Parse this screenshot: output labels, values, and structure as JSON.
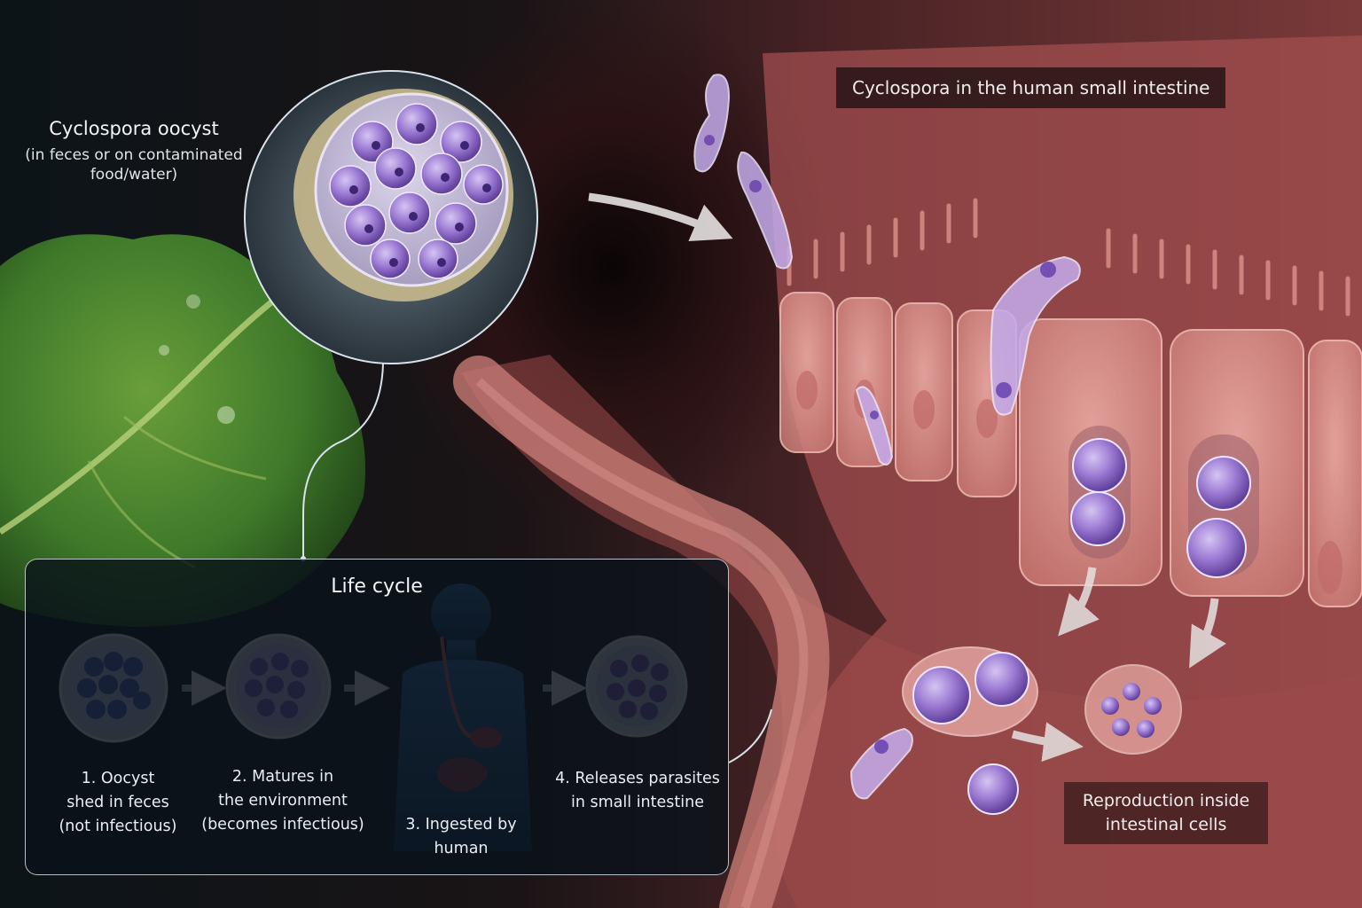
{
  "oocyst_label": {
    "title": "Cyclospora oocyst",
    "subtitle": "(in feces or on contaminated food/water)"
  },
  "intestine_label": "Cyclospora in the human small intestine",
  "reproduction_label": "Reproduction inside intestinal cells",
  "life_cycle": {
    "title": "Life cycle",
    "steps": [
      {
        "line1": "1. Oocyst",
        "line2": "shed in feces",
        "line3": "(not infectious)"
      },
      {
        "line1": "2. Matures in",
        "line2": "the environment",
        "line3": "(becomes infectious)"
      },
      {
        "line1": "3. Ingested by",
        "line2": "human"
      },
      {
        "line1": "4. Releases parasites",
        "line2": "in small intestine"
      }
    ]
  },
  "colors": {
    "parasite_purple": "#8a64c8",
    "tissue_red": "#b85d5c",
    "leaf_green": "#3f7a2a",
    "panel_border": "#d7e0e8"
  }
}
